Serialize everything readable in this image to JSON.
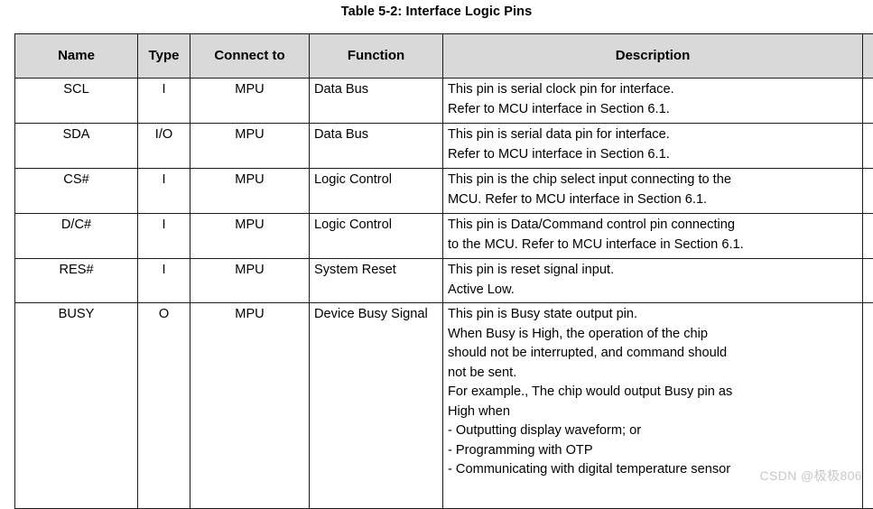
{
  "title": "Table 5-2: Interface Logic Pins",
  "table": {
    "columns": [
      "Name",
      "Type",
      "Connect to",
      "Function",
      "Description"
    ],
    "rows": [
      {
        "name": "SCL",
        "type": "I",
        "connect_to": "MPU",
        "function": "Data Bus",
        "description": [
          "This pin is serial clock pin for interface.",
          "Refer to MCU interface in Section 6.1."
        ]
      },
      {
        "name": "SDA",
        "type": "I/O",
        "connect_to": "MPU",
        "function": "Data Bus",
        "description": [
          "This pin is serial data pin for interface.",
          "Refer to MCU interface in Section 6.1."
        ]
      },
      {
        "name": "CS#",
        "type": "I",
        "connect_to": "MPU",
        "function": "Logic Control",
        "description": [
          "This pin is the chip select input connecting to the",
          "MCU. Refer to MCU interface in Section 6.1."
        ]
      },
      {
        "name": "D/C#",
        "type": "I",
        "connect_to": "MPU",
        "function": "Logic Control",
        "description": [
          "This pin is Data/Command control pin connecting",
          "to the MCU. Refer to MCU interface in Section 6.1."
        ]
      },
      {
        "name": "RES#",
        "type": "I",
        "connect_to": "MPU",
        "function": "System Reset",
        "description": [
          "This pin is reset signal input.",
          "Active Low."
        ]
      },
      {
        "name": "BUSY",
        "type": "O",
        "connect_to": "MPU",
        "function": "Device Busy Signal",
        "description": [
          "This pin is Busy state output pin.",
          "When Busy is High, the operation of the chip",
          "should not be interrupted, and command should",
          "not be sent.",
          "For example., The chip would output Busy pin as",
          "High when",
          "- Outputting display waveform; or",
          "- Programming with OTP",
          "- Communicating with digital temperature sensor"
        ]
      }
    ]
  },
  "watermark": "CSDN @极极806",
  "colors": {
    "header_background": "#d9d9d9",
    "border": "#1a1a1a",
    "text": "#000000",
    "watermark": "#c8c8c8",
    "page_background": "#ffffff"
  }
}
